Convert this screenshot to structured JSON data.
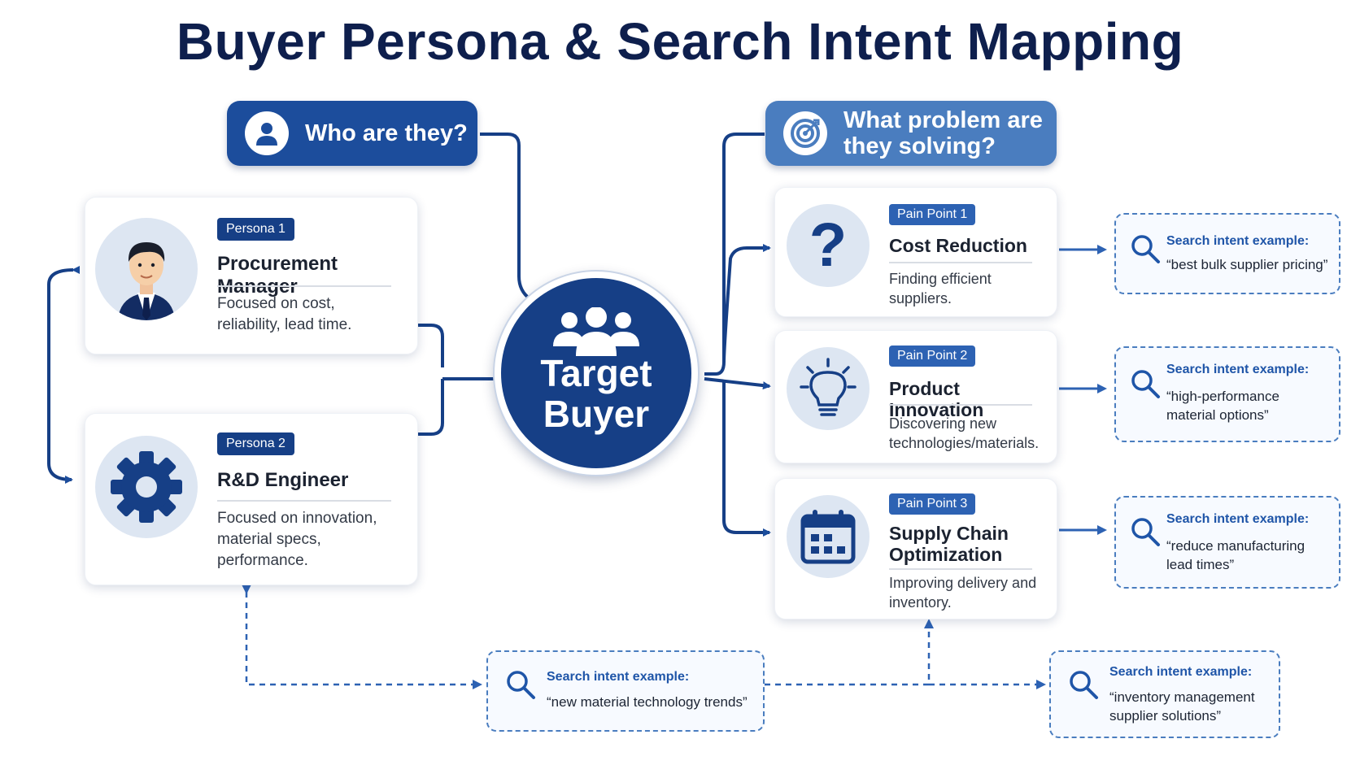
{
  "title": "Buyer Persona & Search Intent Mapping",
  "headers": {
    "who": {
      "label": "Who are they?",
      "icon": "user-icon"
    },
    "what": {
      "line1": "What problem are",
      "line2": "they solving?",
      "icon": "target-icon"
    }
  },
  "hub": {
    "line1": "Target",
    "line2": "Buyer",
    "icon": "group-icon"
  },
  "personas": [
    {
      "badge": "Persona 1",
      "title": "Procurement Manager",
      "desc_line1": "Focused on cost,",
      "desc_line2": "reliability, lead time.",
      "desc_line3": "",
      "icon": "businessman-avatar-icon"
    },
    {
      "badge": "Persona 2",
      "title": "R&D Engineer",
      "desc_line1": "Focused on innovation,",
      "desc_line2": "material specs,",
      "desc_line3": "performance.",
      "icon": "gear-icon"
    }
  ],
  "pain_points": [
    {
      "badge": "Pain Point 1",
      "title_line1": "Cost Reduction",
      "title_line2": "",
      "desc_line1": "Finding efficient",
      "desc_line2": "suppliers.",
      "icon": "question-mark-icon"
    },
    {
      "badge": "Pain Point 2",
      "title_line1": "Product Innovation",
      "title_line2": "",
      "desc_line1": "Discovering new",
      "desc_line2": "technologies/materials.",
      "icon": "lightbulb-icon"
    },
    {
      "badge": "Pain Point 3",
      "title_line1": "Supply Chain",
      "title_line2": "Optimization",
      "desc_line1": "Improving delivery and",
      "desc_line2": "inventory.",
      "icon": "calendar-icon"
    }
  ],
  "search_intents": [
    {
      "label": "Search intent example:",
      "line1": "“best bulk supplier pricing”",
      "line2": ""
    },
    {
      "label": "Search intent example:",
      "line1": "“high-performance",
      "line2": "material options”"
    },
    {
      "label": "Search intent example:",
      "line1": "“reduce manufacturing",
      "line2": "lead times”"
    },
    {
      "label": "Search intent example:",
      "line1": "“new material technology trends”",
      "line2": ""
    },
    {
      "label": "Search intent example:",
      "line1": "“inventory management",
      "line2": "supplier solutions”"
    }
  ],
  "colors": {
    "navy": "#163f86",
    "blue": "#1c4d9c",
    "light_blue": "#4a7dbf",
    "title": "#0e1f4d",
    "dashed": "#4a7dbf"
  }
}
